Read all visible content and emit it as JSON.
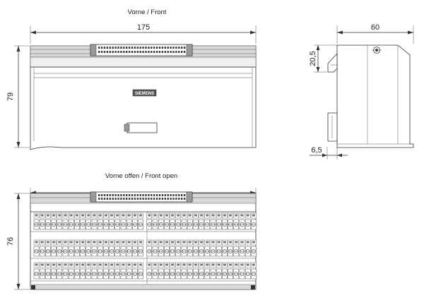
{
  "views": {
    "front": {
      "title": "Vorne / Front"
    },
    "front_open": {
      "title": "Vorne offen / Front open"
    }
  },
  "dimensions": {
    "front_width": "175",
    "front_height": "79",
    "side_depth": "60",
    "side_upper": "20,5",
    "side_lower": "6,5",
    "open_height": "76"
  },
  "logo": {
    "text": "SIEMENS"
  },
  "terminals": {
    "per_row": 38,
    "rows": 3
  }
}
